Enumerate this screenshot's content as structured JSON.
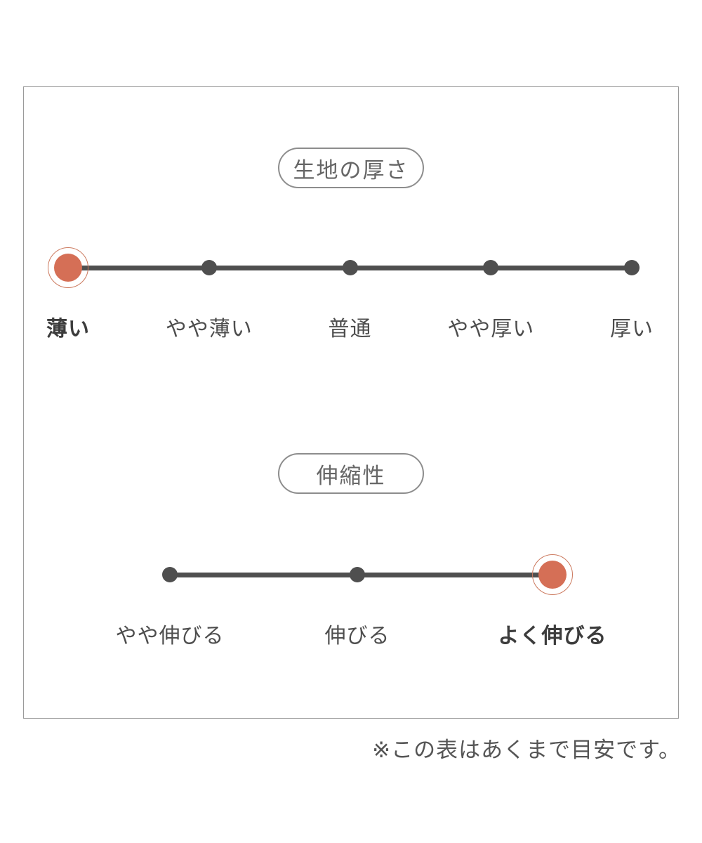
{
  "page": {
    "note": "※この表はあくまで目安です。"
  },
  "colors": {
    "accent": "#d56f56",
    "accent_ring": "#cc7a5f",
    "dot": "#4f4f4f",
    "track": "#4f4f4f",
    "label_text": "#4d4d4d",
    "pill_text": "#666666",
    "pill_border": "#8d8d8d",
    "box_border": "#9a9a9a",
    "note_text": "#555555"
  },
  "chart_data": [
    {
      "type": "scale",
      "title": "生地の厚さ",
      "categories": [
        "薄い",
        "やや薄い",
        "普通",
        "やや厚い",
        "厚い"
      ],
      "values": [
        0,
        1,
        2,
        3,
        4
      ],
      "selected_index": 0,
      "selected_label": "薄い",
      "legend_position": "none",
      "grid": false
    },
    {
      "type": "scale",
      "title": "伸縮性",
      "categories": [
        "やや伸びる",
        "伸びる",
        "よく伸びる"
      ],
      "values": [
        0,
        1,
        2
      ],
      "selected_index": 2,
      "selected_label": "よく伸びる",
      "legend_position": "none",
      "grid": false
    }
  ]
}
